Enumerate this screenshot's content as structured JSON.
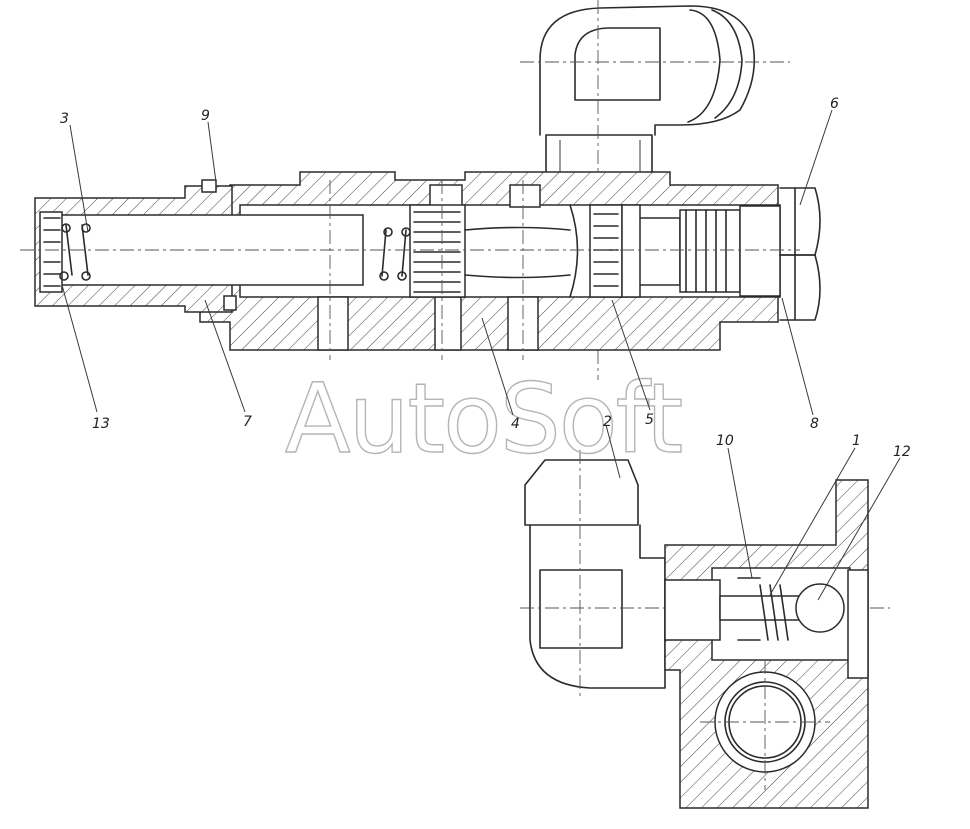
{
  "watermark": "AutoSoft",
  "callouts": [
    {
      "id": "c3",
      "text": "3"
    },
    {
      "id": "c9",
      "text": "9"
    },
    {
      "id": "c6",
      "text": "6"
    },
    {
      "id": "c13",
      "text": "13"
    },
    {
      "id": "c7",
      "text": "7"
    },
    {
      "id": "c4",
      "text": "4"
    },
    {
      "id": "c2",
      "text": "2"
    },
    {
      "id": "c5",
      "text": "5"
    },
    {
      "id": "c8",
      "text": "8"
    },
    {
      "id": "c10",
      "text": "10"
    },
    {
      "id": "c1",
      "text": "1"
    },
    {
      "id": "c12",
      "text": "12"
    }
  ]
}
